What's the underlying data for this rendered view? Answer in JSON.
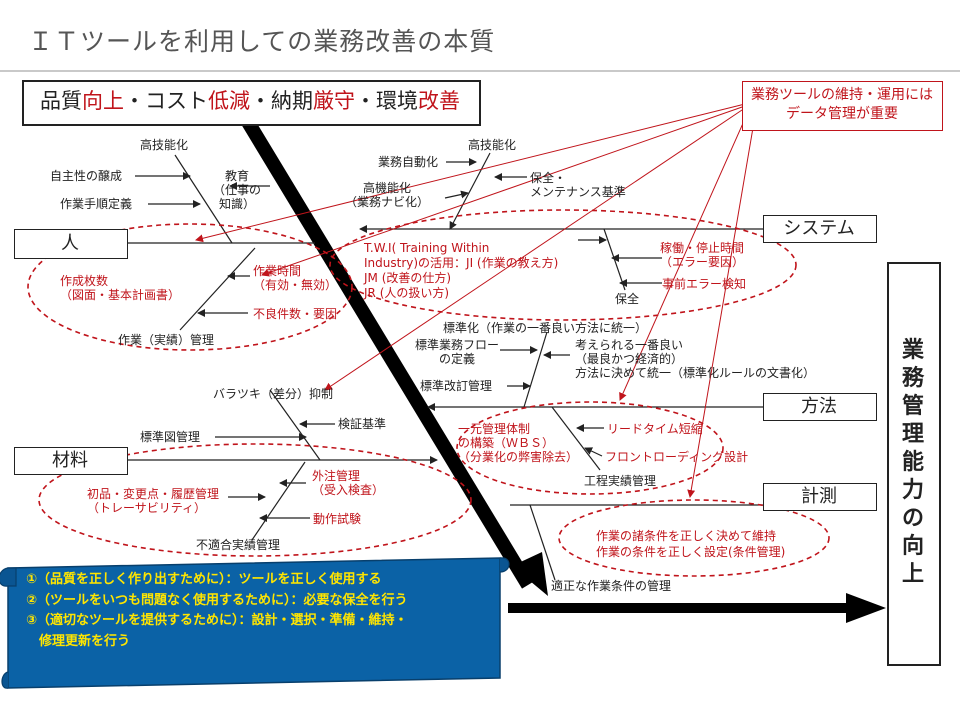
{
  "slide": {
    "title": "ＩＴツールを利用しての業務改善の本質"
  },
  "goal": {
    "parts": [
      {
        "text": "品質",
        "red": false
      },
      {
        "text": "向上",
        "red": true
      },
      {
        "text": "・コスト",
        "red": false
      },
      {
        "text": "低減",
        "red": true
      },
      {
        "text": "・納期",
        "red": false
      },
      {
        "text": "厳守",
        "red": true
      },
      {
        "text": "・環境",
        "red": false
      },
      {
        "text": "改善",
        "red": true
      }
    ]
  },
  "note": {
    "text": "業務ツールの維持・運用にはデータ管理が重要"
  },
  "categories": {
    "human": "人",
    "system": "システム",
    "method": "方法",
    "material": "材料",
    "measure": "計測"
  },
  "result": {
    "text": "業務管理能力の向上"
  },
  "human": {
    "high_skill": "高技能化",
    "autonomy": "自主性の醸成",
    "manual": "作業手順定義",
    "education": "教育\n（仕事の\n知識）",
    "docs": "作成枚数\n（図面・基本計画書）",
    "work_time": "作業時間\n（有効・無効）",
    "defects": "不良件数・要因",
    "work_mgmt": "作業（実績）管理"
  },
  "system": {
    "high_skill": "高技能化",
    "automation": "業務自動化",
    "advanced": "高機能化\n（業務ナビ化）",
    "maintenance": "保全・\nメンテナンス基準",
    "twi": "T.W.I( Training Within\nIndustry)の活用：JI (作業の教え方)\nJM (改善の仕方)\nJR (人の扱い方)",
    "uptime": "稼働・停止時間\n（エラー要因）",
    "error_detect": "事前エラー検知",
    "preservation": "保全"
  },
  "method": {
    "standardize": "標準化（作業の一番良い方法に統一）",
    "flow": "標準業務フロー\nの定義",
    "best": "考えられる一番良い\n（最良かつ経済的）\n方法に決めて統一（標準化ルールの文書化）",
    "revision": "標準改訂管理",
    "wbs": "一元管理体制\nの構築（ＷＢＳ）\n（分業化の弊害除去）",
    "lead_time": "リードタイム短縮",
    "front_loading": "フロントローディング設計",
    "process": "工程実績管理"
  },
  "material": {
    "variance": "バラツキ（差分）抑制",
    "inspection": "検証基準",
    "drawing": "標準図管理",
    "outsourcing": "外注管理\n（受入検査）",
    "change": "初品・変更点・履歴管理\n（トレーサビリティ）",
    "motion": "動作試験",
    "nonconform": "不適合実績管理"
  },
  "measure": {
    "conditions": "作業の諸条件を正しく決めて維持\n作業の条件を正しく設定(条件管理)",
    "proper": "適正な作業条件の管理"
  },
  "scroll": {
    "lines": [
      "①（品質を正しく作り出すために）：ツールを正しく使用する",
      "②（ツールをいつも問題なく使用するために）：必要な保全を行う",
      "③（適切なツールを提供するために）：設計・選択・準備・維持・\n　修理更新を行う"
    ]
  },
  "colors": {
    "accent_red": "#c0141b",
    "scroll_fill": "#0b62a6",
    "scroll_text": "#ffe500"
  }
}
